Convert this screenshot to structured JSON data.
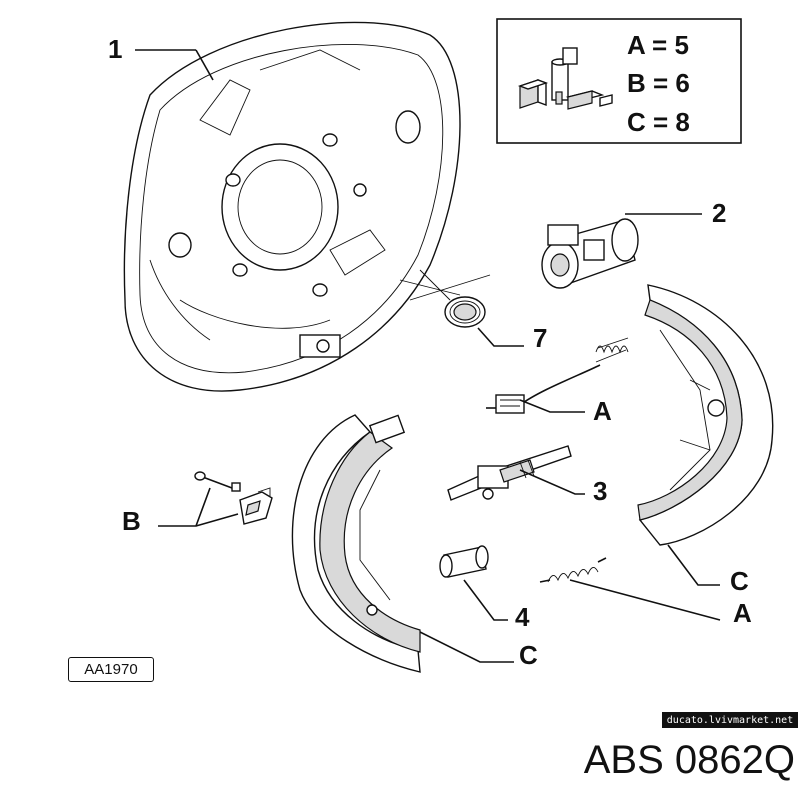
{
  "callouts": {
    "backing_plate": "1",
    "wheel_cylinder": "2",
    "adjuster": "3",
    "sleeve": "4",
    "seal": "7",
    "pin_kit": "B",
    "upper_spring": "A",
    "lower_spring": "A",
    "shoe_right": "C",
    "shoe_left": "C"
  },
  "legend": {
    "rows": [
      {
        "key": "A",
        "text": "A = 5"
      },
      {
        "key": "B",
        "text": "B = 6"
      },
      {
        "key": "C",
        "text": "C = 8"
      }
    ]
  },
  "reference_code": "AA1970",
  "watermark": "ducato.lvivmarket.net",
  "part_number": "ABS 0862Q"
}
